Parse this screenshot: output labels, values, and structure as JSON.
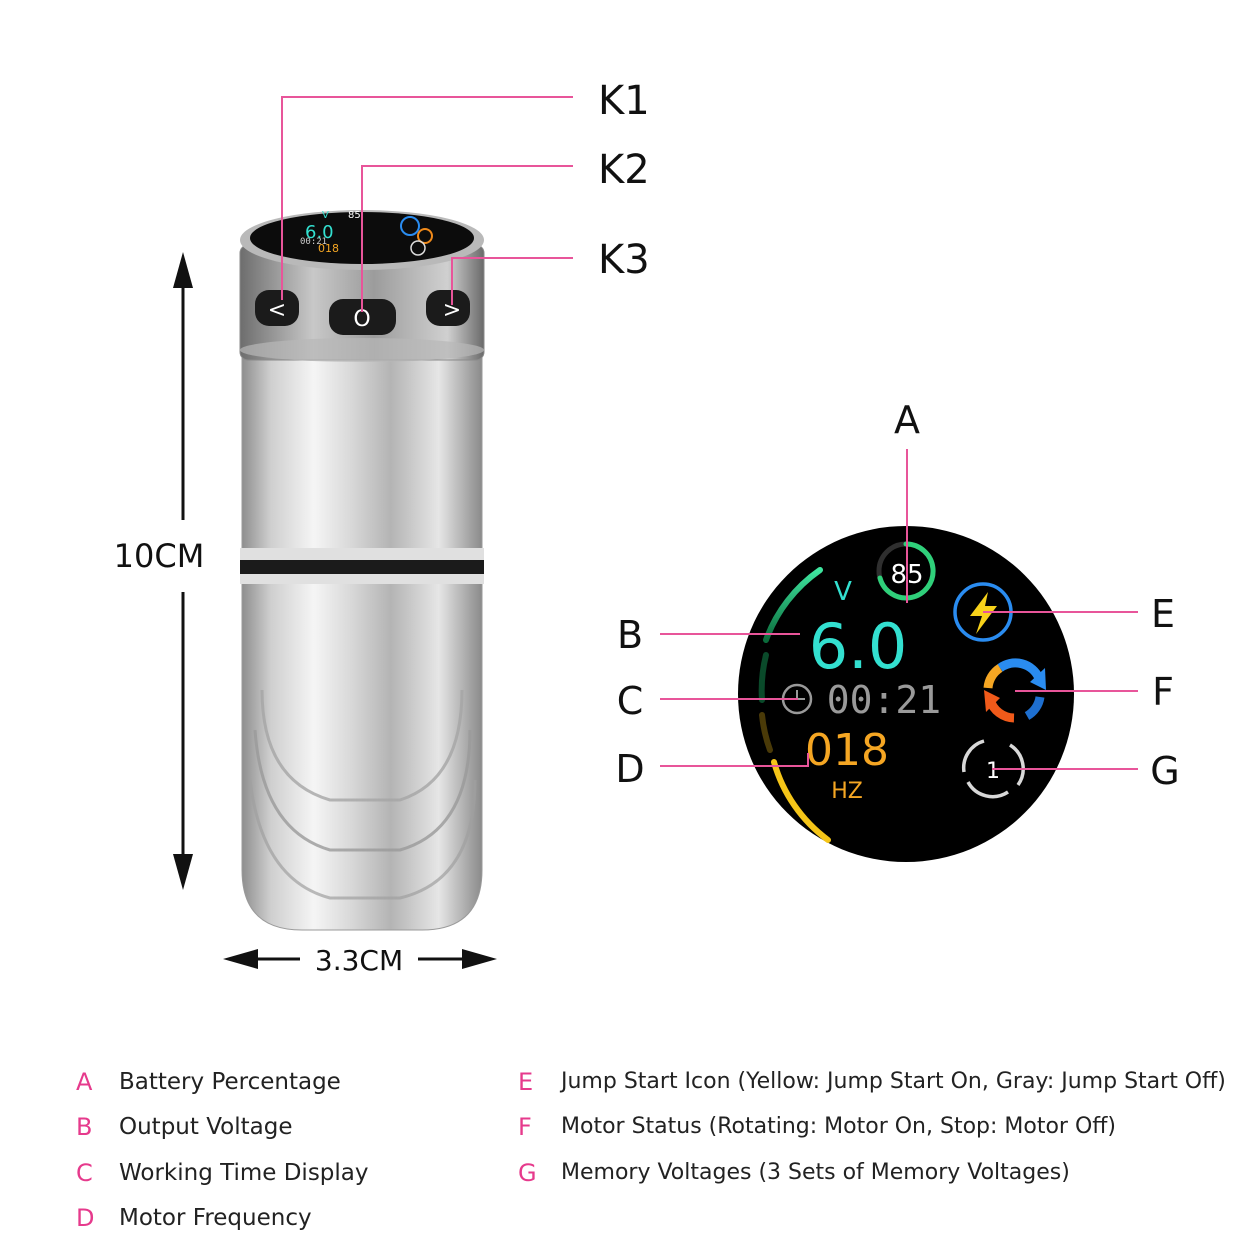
{
  "callouts": {
    "k1": "K1",
    "k2": "K2",
    "k3": "K3",
    "a": "A",
    "b": "B",
    "c": "C",
    "d": "D",
    "e": "E",
    "f": "F",
    "g": "G"
  },
  "dimensions": {
    "height": "10CM",
    "width": "3.3CM"
  },
  "device": {
    "buttons": {
      "left": "<",
      "center": "O",
      "right": ">"
    },
    "mini_screen": {
      "voltage": "6.0",
      "time": "00:21",
      "frequency": "018"
    }
  },
  "display": {
    "battery": "85",
    "voltage_unit": "V",
    "voltage": "6.0",
    "time": "00:21",
    "frequency": "018",
    "frequency_unit": "HZ",
    "memory_slot": "1"
  },
  "legend": [
    {
      "letter": "A",
      "text": "Battery Percentage"
    },
    {
      "letter": "B",
      "text": "Output Voltage"
    },
    {
      "letter": "C",
      "text": "Working Time Display"
    },
    {
      "letter": "D",
      "text": "Motor Frequency"
    },
    {
      "letter": "E",
      "text": "Jump Start Icon (Yellow: Jump Start On, Gray: Jump Start Off)"
    },
    {
      "letter": "F",
      "text": "Motor Status (Rotating: Motor On, Stop: Motor Off)"
    },
    {
      "letter": "G",
      "text": "Memory Voltages (3 Sets of Memory Voltages)"
    }
  ],
  "colors": {
    "callout_line": "#e8559a",
    "legend_letter": "#e63a8c",
    "voltage": "#33e0d0",
    "frequency": "#f5a623",
    "jump_icon": "#f7d21a",
    "ring_blue": "#2a8cf0"
  },
  "icons": [
    "clock-icon",
    "lightning-icon",
    "rotate-arrows-icon",
    "memory-ring-icon"
  ]
}
